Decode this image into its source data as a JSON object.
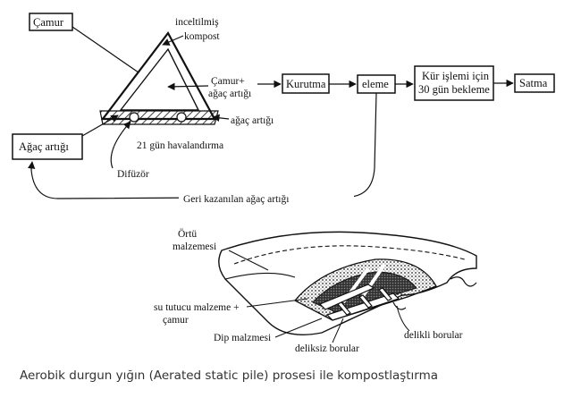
{
  "top_diagram": {
    "labels": {
      "camur": "Çamur",
      "inceltilmis": "inceltilmiş",
      "kompost": "kompost",
      "camur_plus": "Çamur+",
      "agac_artigi_mix": "ağaç artığı",
      "agac_artigi_base": "ağaç artığı",
      "havalandirma": "21 gün havalandırma",
      "diffizor": "Difüzör",
      "agac_artigi_box": "Ağaç artığı",
      "geri_kazanilan": "Geri kazanılan ağaç artığı"
    },
    "process_boxes": {
      "kurutma": "Kurutma",
      "eleme": "eleme",
      "kur_line1": "Kür işlemi için",
      "kur_line2": "30 gün bekleme",
      "satma": "Satma"
    }
  },
  "bottom_diagram": {
    "labels": {
      "ortu_line1": "Örtü",
      "ortu_line2": "malzemesi",
      "su_tutucu_line1": "su tutucu malzeme +",
      "su_tutucu_line2": "çamur",
      "dip_malzemesi": "Dip malzmesi",
      "deliksiz_borular": "deliksiz borular",
      "delikli_borular": "delikli borular"
    }
  },
  "caption": "Aerobik durgun yığın (Aerated static pile) prosesi ile kompostlaştırma",
  "colors": {
    "ink": "#111111",
    "caption": "#333333"
  }
}
